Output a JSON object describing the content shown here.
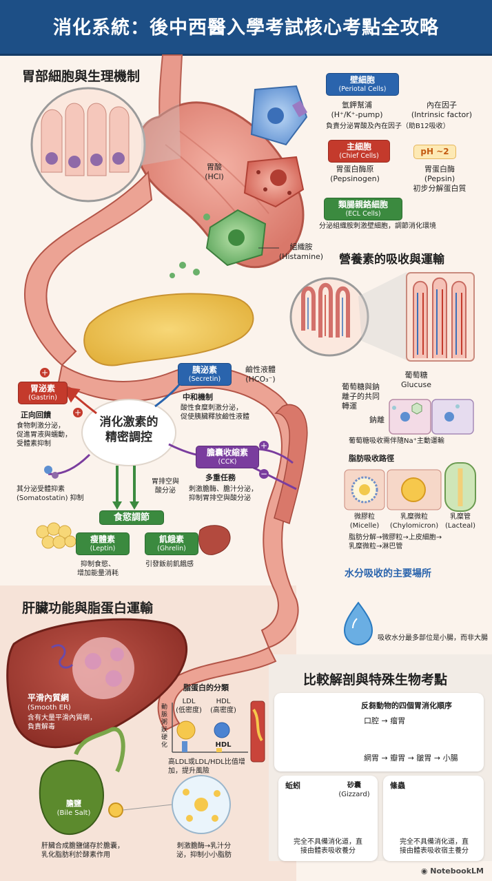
{
  "title": "消化系統：後中西醫入學考試核心考點全攻略",
  "stomach": {
    "section_title": "胃部細胞與生理機制",
    "parietal": {
      "name": "壁細胞",
      "en": "(Periotal Cells)",
      "pump": "氫鉀幫浦",
      "pump_en": "(H⁺/K⁺-pump)",
      "factor": "內在因子",
      "factor_en": "(Intrinsic factor)",
      "desc": "負責分泌胃酸及內在因子（助B12吸收）"
    },
    "hcl": {
      "name": "胃酸",
      "en": "(HCl)"
    },
    "chief": {
      "name": "主細胞",
      "en": "(Chief Cells)",
      "product": "胃蛋白酶原",
      "product_en": "(Pepsinogen)"
    },
    "ph": {
      "label": "pH ~2",
      "name": "胃蛋白酶",
      "en": "(Pepsin)",
      "desc": "初步分解蛋白質"
    },
    "ecl": {
      "name": "類腸親鉻細胞",
      "en": "(ECL Cells)",
      "desc": "分泌組織胺刺激壁細胞，調節消化環境"
    },
    "histamine": {
      "name": "組織胺",
      "en": "(Histamine)"
    }
  },
  "absorption": {
    "section_title": "營養素的吸收與運輸",
    "cotransport_title": "葡萄糖與鈉離子的共同轉運",
    "glucose": "葡萄糖",
    "glucose_en": "Glucuse",
    "sodium": "鈉離",
    "cotransport_desc": "葡萄糖吸收需伴隨Na⁺主動運輸",
    "fat_title": "脂肪吸收路徑",
    "micelle": "微膠粒",
    "micelle_en": "(Micelle)",
    "chylo": "乳糜微粒",
    "chylo_en": "(Chylomicron)",
    "lacteal": "乳糜管",
    "lacteal_en": "(Lacteal)",
    "fat_desc1": "脂肪分解→微膠粒→上皮細胞→",
    "fat_desc2": "乳糜微粒→淋巴管",
    "water_title": "水分吸收的主要場所",
    "water_desc": "吸收水分最多部位是小腸，而非大腸"
  },
  "hormones": {
    "center1": "消化激素的",
    "center2": "精密調控",
    "gastrin": {
      "name": "胃泌素",
      "en": "(Gastrin)",
      "title": "正向回饋",
      "desc1": "食物刺激分泌，",
      "desc2": "促進胃液與蠕動，",
      "desc3": "受體素抑制"
    },
    "secretin": {
      "name": "胰泌素",
      "en": "(Secretin)",
      "title": "中和機制",
      "desc1": "酸性食糜刺激分泌，",
      "desc2": "促使胰臟釋放鹼性液體",
      "alkaline": "鹼性液體",
      "alkaline_en": "(HCO₃⁻)"
    },
    "cck": {
      "name": "膽囊收縮素",
      "en": "(CCK)",
      "title": "多重任務",
      "desc1": "刺激膽酶、膽汁分泌，",
      "desc2": "抑制胃排空與酸分泌"
    },
    "somato1": "其分泌受體抑素",
    "somato2": "(Somatostatin) 抑制",
    "gastric_empty1": "胃排空與",
    "gastric_empty2": "酸分泌",
    "appetite": "食慾調節",
    "leptin": {
      "name": "瘦體素",
      "en": "(Leptin)",
      "desc1": "抑制食慾、",
      "desc2": "增加能量消耗"
    },
    "ghrelin": {
      "name": "飢餓素",
      "en": "(Ghrelin)",
      "desc": "引發飯前飢餓感"
    },
    "plus": "+",
    "minus": "−"
  },
  "liver": {
    "section_title": "肝臟功能與脂蛋白運輸",
    "ser": "平滑內質網",
    "ser_en": "(Smooth ER)",
    "ser_desc1": "含有大量平滑內質網，",
    "ser_desc2": "負責解毒",
    "lipo_title": "脂蛋白的分類",
    "ldl": "LDL",
    "ldl_cn": "(低密度)",
    "hdl": "HDL",
    "hdl_cn": "(高密度)",
    "hdl2": "HDL",
    "axis": "動脈粥狀硬化",
    "lipo_desc1": "高LDL或LDL/HDL比值增",
    "lipo_desc2": "加，提升風險",
    "bile": "膽鹽",
    "bile_en": "(Bile Salt)",
    "bile_desc1": "肝臟合成膽鹽儲存於膽囊，",
    "bile_desc2": "乳化脂肪利於酵素作用",
    "emul1": "刺激膽酶→乳汁分",
    "emul2": "泌，抑制小小脂肪"
  },
  "compare": {
    "section_title": "比較解剖與特殊生物考點",
    "ruminant_title": "反芻動物的四個胃消化順序",
    "ruminant_step1": "口腔 → 瘤胃",
    "ruminant_step2": "網胃 → 瓣胃 → 皺胃 → 小腸",
    "earthworm": "蚯蚓",
    "gizzard": "砂囊",
    "gizzard_en": "(Gizzard)",
    "earthworm_desc1": "完全不具備消化道，直",
    "earthworm_desc2": "接由體表吸收養分",
    "tapeworm": "絛蟲",
    "tapeworm_desc1": "完全不具備消化道，直",
    "tapeworm_desc2": "接由體表吸收宿主養分"
  },
  "footer": "NotebookLM",
  "colors": {
    "title_bg": "#1d4f86",
    "blue": "#2a64ad",
    "red": "#c43a2c",
    "green": "#3b8a3f",
    "purple": "#7a3d9e"
  }
}
